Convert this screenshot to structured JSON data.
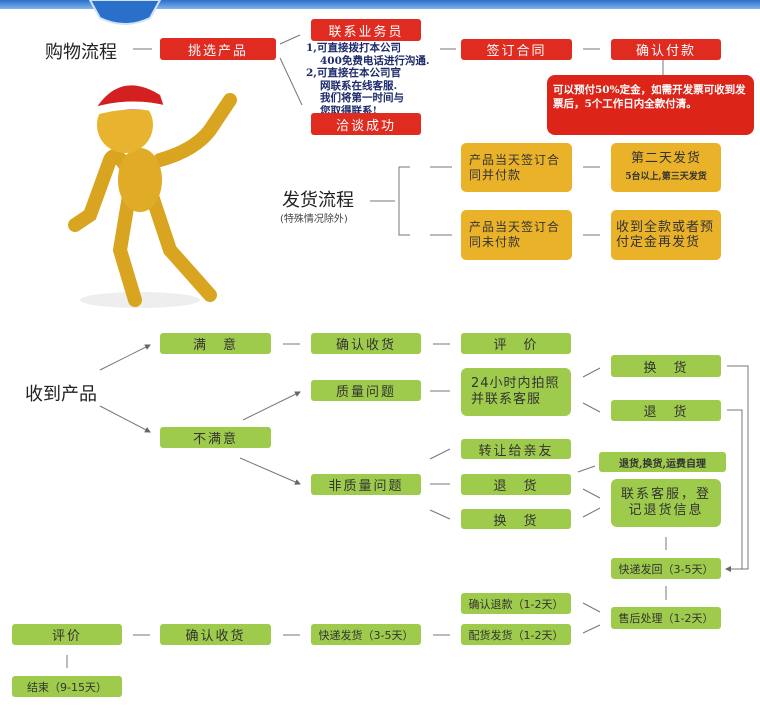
{
  "purchase": {
    "title": "购物流程",
    "pick": "挑选产品",
    "contact": "联系业务员",
    "note": [
      "1,可直接拨打本公司",
      "  400免费电话进行沟通.",
      "2,可直接在本公司官",
      "  网联系在线客服.",
      "  我们将第一时间与",
      "  您取得联系!"
    ],
    "deal": "洽谈成功",
    "sign": "签订合同",
    "confirm_pay": "确认付款",
    "pay_note": "可以预付50%定金，如需开发票可收到发票后，5个工作日内全款付清。"
  },
  "shipping": {
    "title": "发货流程",
    "subtitle": "(特殊情况除外)",
    "case1": "产品当天签订合同并付款",
    "case2": "产品当天签订合同未付款",
    "result1": "第二天发货",
    "result1_sub": "5台以上,第三天发货",
    "result2": "收到全款或者预付定金再发货"
  },
  "receive": {
    "title": "收到产品",
    "satisfied": "满　意",
    "confirm": "确认收货",
    "review": "评　价",
    "unsatisfied": "不满意",
    "quality": "质量问题",
    "non_quality": "非质量问题",
    "photo": "24小时内拍照并联系客服",
    "exchange": "换　货",
    "return": "退　货",
    "transfer": "转让给亲友",
    "return2": "退　货",
    "exchange2": "换　货",
    "self_ship": "退货,换货,运费自理",
    "register": "联系客服，登记退货信息",
    "send_back": "快递发回（3-5天）",
    "after_sale": "售后处理（1-2天）",
    "refund": "确认退款（1-2天）",
    "restock": "配货发货（1-2天）",
    "express": "快递发货（3-5天）",
    "confirm2": "确认收货",
    "review2": "评价",
    "end": "结束（9-15天）"
  },
  "colors": {
    "red": "#e02b20",
    "yellow": "#eab228",
    "green": "#9fcb4c",
    "navy": "#1d2a6b"
  }
}
